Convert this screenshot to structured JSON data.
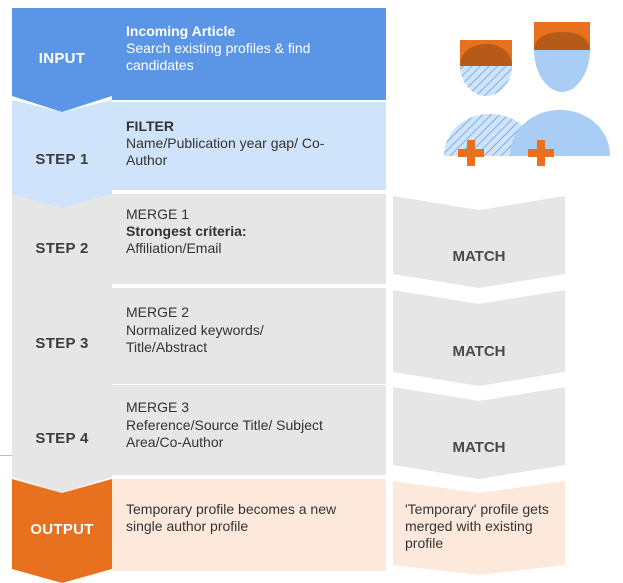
{
  "rows": {
    "input": {
      "label": "INPUT",
      "title": "Incoming Article",
      "text": "Search existing profiles & find candidates"
    },
    "step1": {
      "label": "STEP 1",
      "title": "FILTER",
      "text": "Name/Publication year gap/ Co-Author"
    },
    "step2": {
      "label": "STEP 2",
      "title": "MERGE 1",
      "subtitle": "Strongest criteria:",
      "text": "Affiliation/Email",
      "match": "MATCH"
    },
    "step3": {
      "label": "STEP 3",
      "title": "MERGE 2",
      "text": "Normalized keywords/ Title/Abstract",
      "match": "MATCH"
    },
    "step4": {
      "label": "STEP 4",
      "title": "MERGE 3",
      "text": "Reference/Source Title/ Subject Area/Co-Author",
      "match": "MATCH"
    },
    "output": {
      "label": "OUTPUT",
      "text": "Temporary profile becomes a new single author profile",
      "merged_text": "'Temporary' profile gets merged with existing profile"
    }
  },
  "icons": [
    "author-silhouette-icon",
    "plus-icon"
  ],
  "colors": {
    "input_blue": "#5b96e6",
    "step1_light_blue": "#cfe3fb",
    "step_gray": "#e6e6e6",
    "output_orange": "#e8711f",
    "output_light": "#fde9dc",
    "person_blue": "#a9cdf4",
    "person_orange": "#e8711f",
    "person_brown": "#b65a1a"
  }
}
